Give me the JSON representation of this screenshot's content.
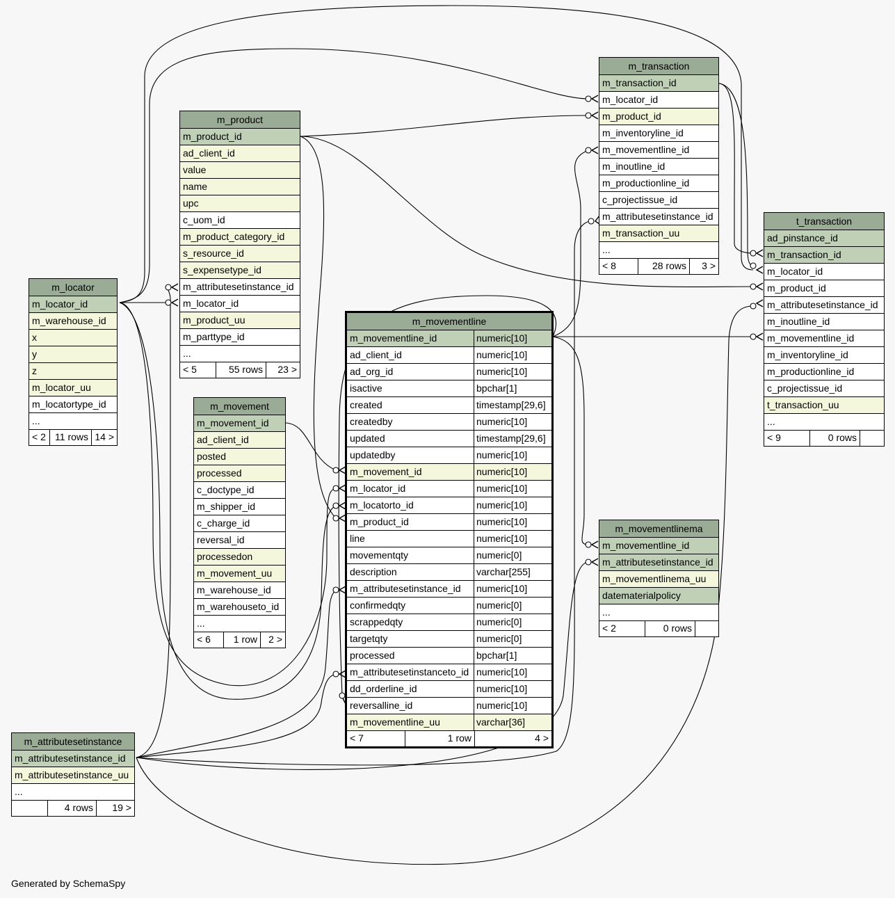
{
  "footer_text": "Generated by SchemaSpy",
  "colors": {
    "background": "#f7f7f7",
    "header": "#9aab96",
    "primary_key": "#bfd0b7",
    "indexed": "#f5f7dc",
    "plain": "#ffffff"
  },
  "tables": {
    "m_transaction": {
      "name": "m_transaction",
      "columns": [
        {
          "name": "m_transaction_id",
          "kind": "pk"
        },
        {
          "name": "m_locator_id",
          "kind": "plain"
        },
        {
          "name": "m_product_id",
          "kind": "idx"
        },
        {
          "name": "m_inventoryline_id",
          "kind": "plain"
        },
        {
          "name": "m_movementline_id",
          "kind": "plain"
        },
        {
          "name": "m_inoutline_id",
          "kind": "plain"
        },
        {
          "name": "m_productionline_id",
          "kind": "plain"
        },
        {
          "name": "c_projectissue_id",
          "kind": "plain"
        },
        {
          "name": "m_attributesetinstance_id",
          "kind": "plain"
        },
        {
          "name": "m_transaction_uu",
          "kind": "idx"
        },
        {
          "name": "...",
          "kind": "plain"
        }
      ],
      "footer": [
        "< 8",
        "28 rows",
        "3 >"
      ]
    },
    "m_product": {
      "name": "m_product",
      "columns": [
        {
          "name": "m_product_id",
          "kind": "pk"
        },
        {
          "name": "ad_client_id",
          "kind": "idx"
        },
        {
          "name": "value",
          "kind": "idx"
        },
        {
          "name": "name",
          "kind": "idx"
        },
        {
          "name": "upc",
          "kind": "idx"
        },
        {
          "name": "c_uom_id",
          "kind": "plain"
        },
        {
          "name": "m_product_category_id",
          "kind": "idx"
        },
        {
          "name": "s_resource_id",
          "kind": "idx"
        },
        {
          "name": "s_expensetype_id",
          "kind": "idx"
        },
        {
          "name": "m_attributesetinstance_id",
          "kind": "plain"
        },
        {
          "name": "m_locator_id",
          "kind": "plain"
        },
        {
          "name": "m_product_uu",
          "kind": "idx"
        },
        {
          "name": "m_parttype_id",
          "kind": "plain"
        },
        {
          "name": "...",
          "kind": "plain"
        }
      ],
      "footer": [
        "< 5",
        "55 rows",
        "23 >"
      ]
    },
    "t_transaction": {
      "name": "t_transaction",
      "columns": [
        {
          "name": "ad_pinstance_id",
          "kind": "pk"
        },
        {
          "name": "m_transaction_id",
          "kind": "pk"
        },
        {
          "name": "m_locator_id",
          "kind": "plain"
        },
        {
          "name": "m_product_id",
          "kind": "plain"
        },
        {
          "name": "m_attributesetinstance_id",
          "kind": "plain"
        },
        {
          "name": "m_inoutline_id",
          "kind": "plain"
        },
        {
          "name": "m_movementline_id",
          "kind": "plain"
        },
        {
          "name": "m_inventoryline_id",
          "kind": "plain"
        },
        {
          "name": "m_productionline_id",
          "kind": "plain"
        },
        {
          "name": "c_projectissue_id",
          "kind": "plain"
        },
        {
          "name": "t_transaction_uu",
          "kind": "idx"
        },
        {
          "name": "...",
          "kind": "plain"
        }
      ],
      "footer": [
        "< 9",
        "0 rows",
        ""
      ]
    },
    "m_locator": {
      "name": "m_locator",
      "columns": [
        {
          "name": "m_locator_id",
          "kind": "pk"
        },
        {
          "name": "m_warehouse_id",
          "kind": "idx"
        },
        {
          "name": "x",
          "kind": "idx"
        },
        {
          "name": "y",
          "kind": "idx"
        },
        {
          "name": "z",
          "kind": "idx"
        },
        {
          "name": "m_locator_uu",
          "kind": "idx"
        },
        {
          "name": "m_locatortype_id",
          "kind": "plain"
        },
        {
          "name": "...",
          "kind": "plain"
        }
      ],
      "footer": [
        "< 2",
        "11 rows",
        "14 >"
      ]
    },
    "m_movementline": {
      "name": "m_movementline",
      "columns": [
        {
          "name": "m_movementline_id",
          "type": "numeric[10]",
          "kind": "pk"
        },
        {
          "name": "ad_client_id",
          "type": "numeric[10]",
          "kind": "plain"
        },
        {
          "name": "ad_org_id",
          "type": "numeric[10]",
          "kind": "plain"
        },
        {
          "name": "isactive",
          "type": "bpchar[1]",
          "kind": "plain"
        },
        {
          "name": "created",
          "type": "timestamp[29,6]",
          "kind": "plain"
        },
        {
          "name": "createdby",
          "type": "numeric[10]",
          "kind": "plain"
        },
        {
          "name": "updated",
          "type": "timestamp[29,6]",
          "kind": "plain"
        },
        {
          "name": "updatedby",
          "type": "numeric[10]",
          "kind": "plain"
        },
        {
          "name": "m_movement_id",
          "type": "numeric[10]",
          "kind": "idx"
        },
        {
          "name": "m_locator_id",
          "type": "numeric[10]",
          "kind": "plain"
        },
        {
          "name": "m_locatorto_id",
          "type": "numeric[10]",
          "kind": "plain"
        },
        {
          "name": "m_product_id",
          "type": "numeric[10]",
          "kind": "plain"
        },
        {
          "name": "line",
          "type": "numeric[10]",
          "kind": "plain"
        },
        {
          "name": "movementqty",
          "type": "numeric[0]",
          "kind": "plain"
        },
        {
          "name": "description",
          "type": "varchar[255]",
          "kind": "plain"
        },
        {
          "name": "m_attributesetinstance_id",
          "type": "numeric[10]",
          "kind": "plain"
        },
        {
          "name": "confirmedqty",
          "type": "numeric[0]",
          "kind": "plain"
        },
        {
          "name": "scrappedqty",
          "type": "numeric[0]",
          "kind": "plain"
        },
        {
          "name": "targetqty",
          "type": "numeric[0]",
          "kind": "plain"
        },
        {
          "name": "processed",
          "type": "bpchar[1]",
          "kind": "plain"
        },
        {
          "name": "m_attributesetinstanceto_id",
          "type": "numeric[10]",
          "kind": "plain"
        },
        {
          "name": "dd_orderline_id",
          "type": "numeric[10]",
          "kind": "plain"
        },
        {
          "name": "reversalline_id",
          "type": "numeric[10]",
          "kind": "plain"
        },
        {
          "name": "m_movementline_uu",
          "type": "varchar[36]",
          "kind": "idx"
        }
      ],
      "footer": [
        "< 7",
        "1 row",
        "4 >"
      ]
    },
    "m_movement": {
      "name": "m_movement",
      "columns": [
        {
          "name": "m_movement_id",
          "kind": "pk"
        },
        {
          "name": "ad_client_id",
          "kind": "idx"
        },
        {
          "name": "posted",
          "kind": "idx"
        },
        {
          "name": "processed",
          "kind": "idx"
        },
        {
          "name": "c_doctype_id",
          "kind": "plain"
        },
        {
          "name": "m_shipper_id",
          "kind": "plain"
        },
        {
          "name": "c_charge_id",
          "kind": "plain"
        },
        {
          "name": "reversal_id",
          "kind": "plain"
        },
        {
          "name": "processedon",
          "kind": "idx"
        },
        {
          "name": "m_movement_uu",
          "kind": "idx"
        },
        {
          "name": "m_warehouse_id",
          "kind": "plain"
        },
        {
          "name": "m_warehouseto_id",
          "kind": "plain"
        },
        {
          "name": "...",
          "kind": "plain"
        }
      ],
      "footer": [
        "< 6",
        "1 row",
        "2 >"
      ]
    },
    "m_movementlinema": {
      "name": "m_movementlinema",
      "columns": [
        {
          "name": "m_movementline_id",
          "kind": "pk"
        },
        {
          "name": "m_attributesetinstance_id",
          "kind": "pk"
        },
        {
          "name": "m_movementlinema_uu",
          "kind": "idx"
        },
        {
          "name": "datematerialpolicy",
          "kind": "pk"
        },
        {
          "name": "...",
          "kind": "plain"
        }
      ],
      "footer": [
        "< 2",
        "0 rows",
        ""
      ]
    },
    "m_attributesetinstance": {
      "name": "m_attributesetinstance",
      "columns": [
        {
          "name": "m_attributesetinstance_id",
          "kind": "pk"
        },
        {
          "name": "m_attributesetinstance_uu",
          "kind": "idx"
        },
        {
          "name": "...",
          "kind": "plain"
        }
      ],
      "footer": [
        "",
        "4 rows",
        "19 >"
      ]
    }
  }
}
